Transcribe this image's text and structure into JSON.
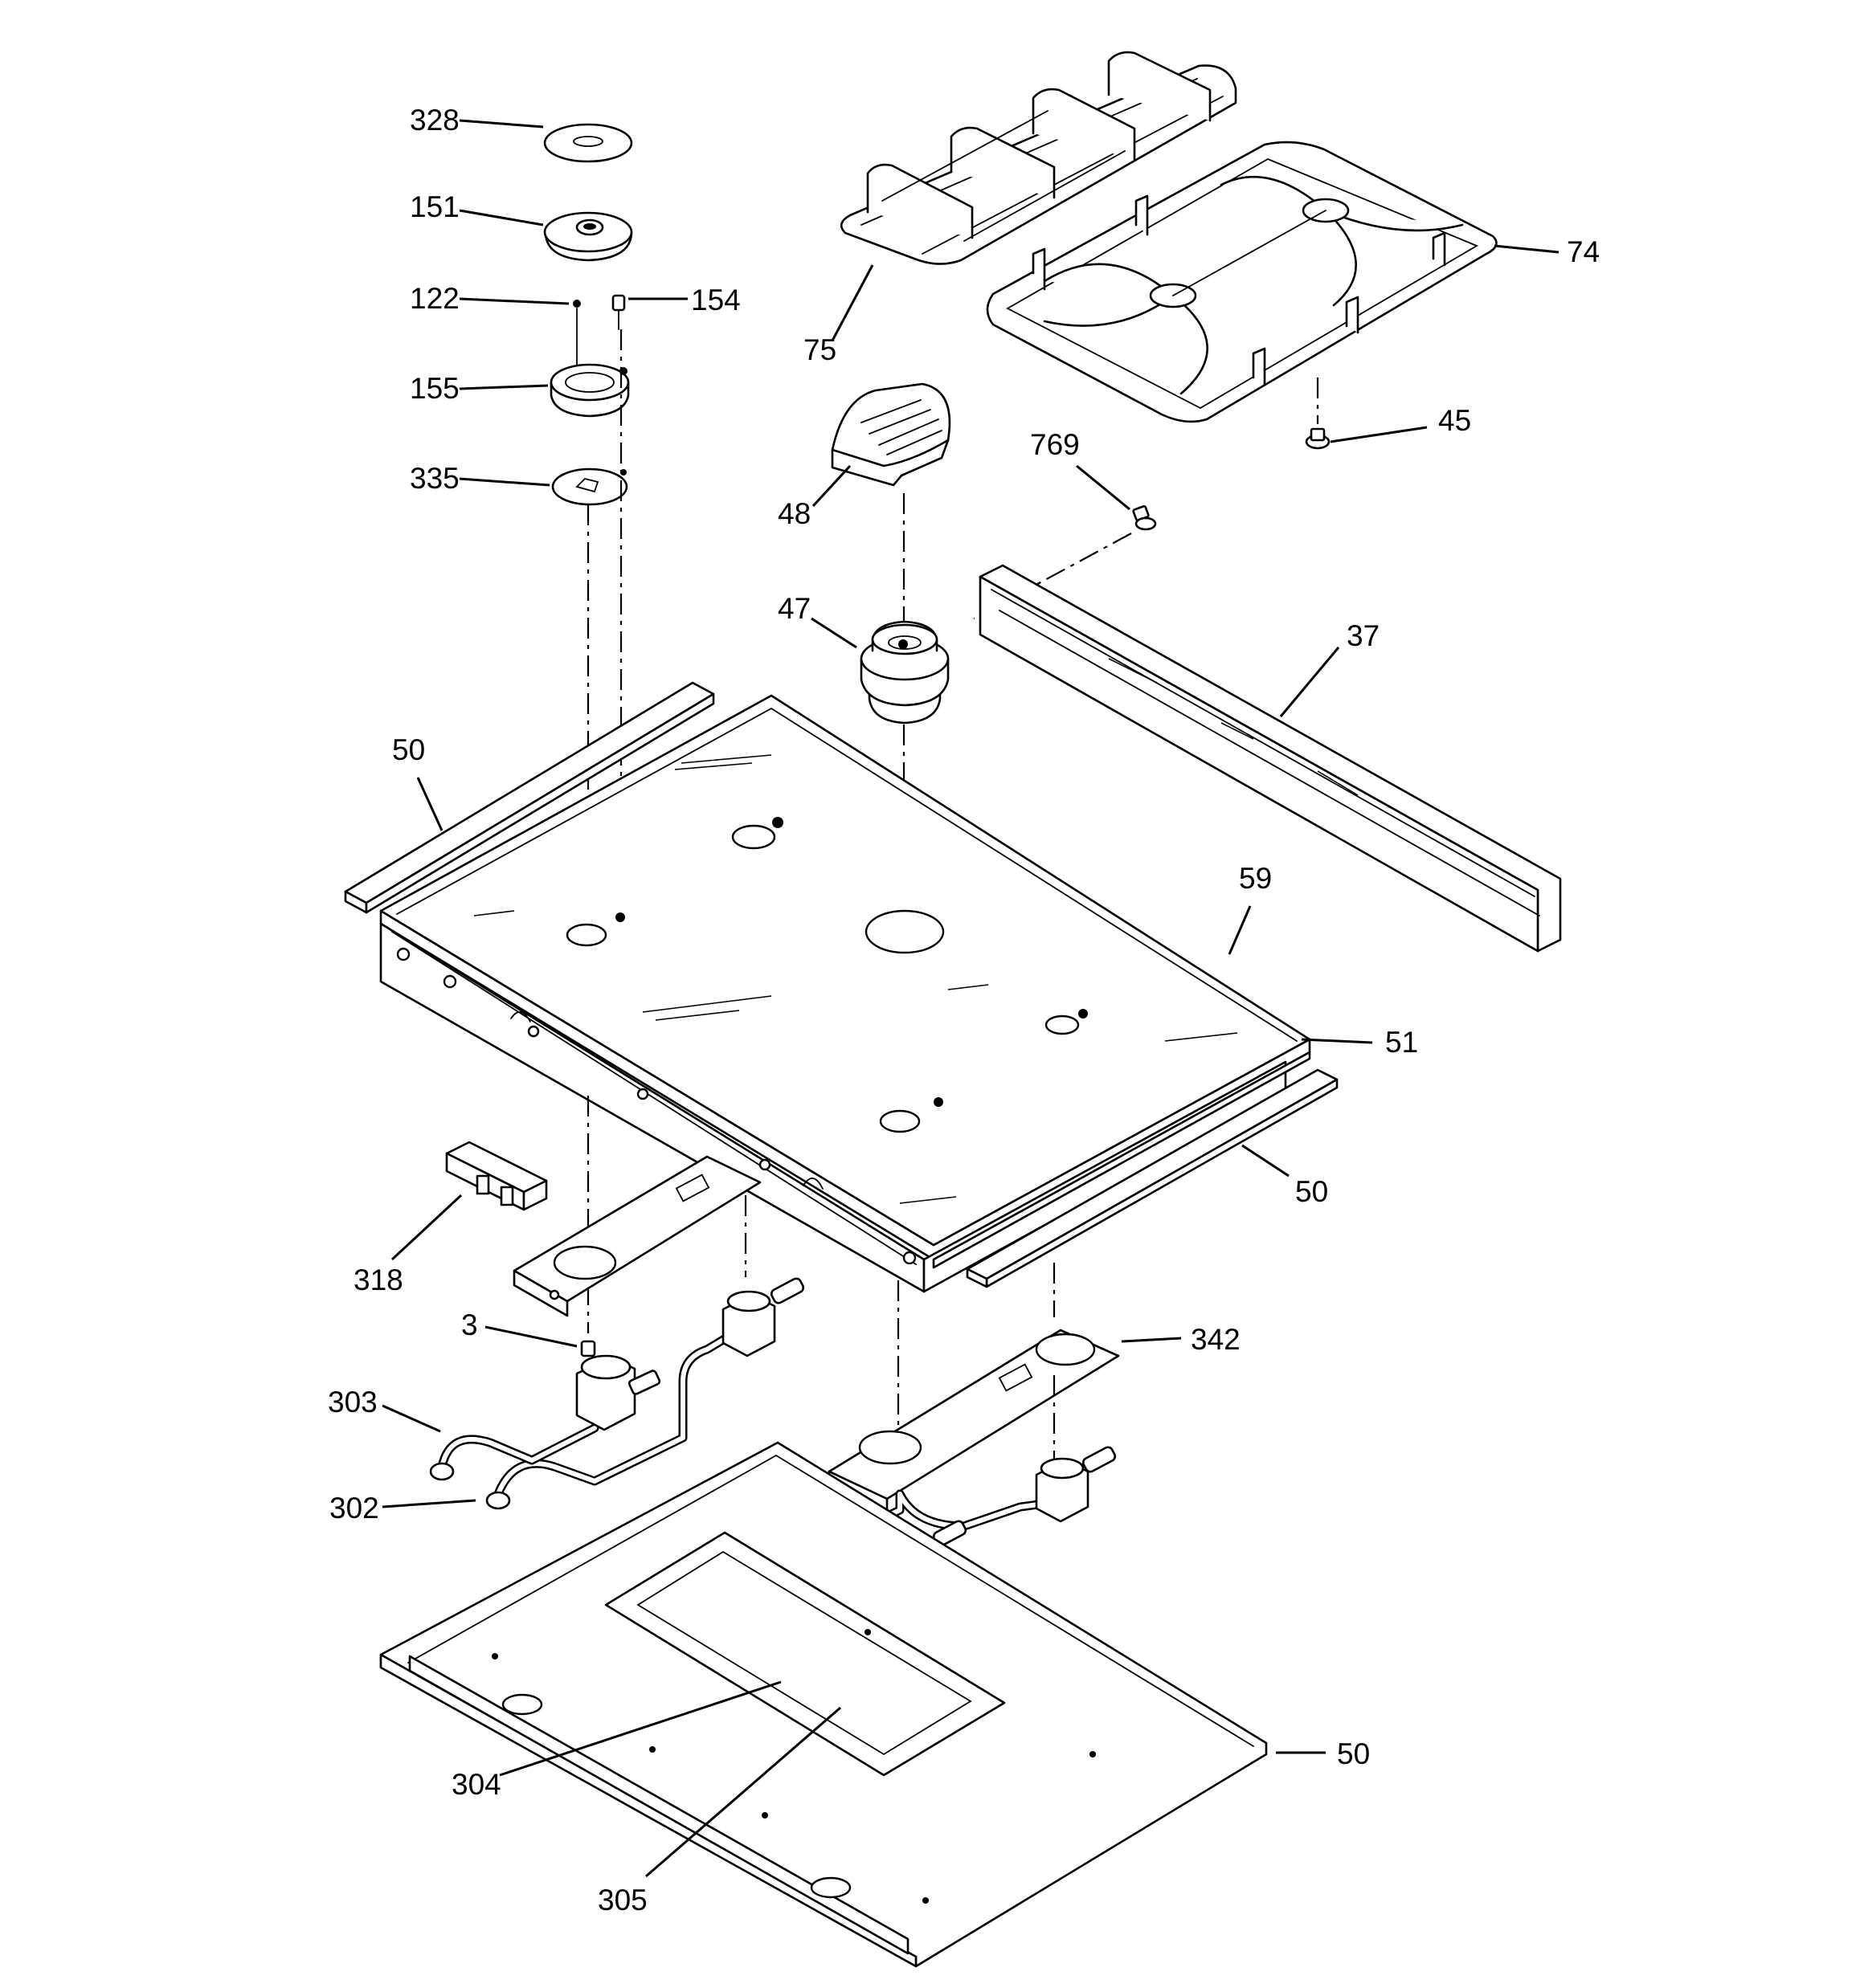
{
  "callouts": [
    {
      "id": "328",
      "text": "328"
    },
    {
      "id": "151",
      "text": "151"
    },
    {
      "id": "122",
      "text": "122"
    },
    {
      "id": "154",
      "text": "154"
    },
    {
      "id": "155",
      "text": "155"
    },
    {
      "id": "335",
      "text": "335"
    },
    {
      "id": "75",
      "text": "75"
    },
    {
      "id": "74",
      "text": "74"
    },
    {
      "id": "45",
      "text": "45"
    },
    {
      "id": "48",
      "text": "48"
    },
    {
      "id": "769",
      "text": "769"
    },
    {
      "id": "47",
      "text": "47"
    },
    {
      "id": "37",
      "text": "37"
    },
    {
      "id": "50a",
      "text": "50"
    },
    {
      "id": "59",
      "text": "59"
    },
    {
      "id": "51",
      "text": "51"
    },
    {
      "id": "50b",
      "text": "50"
    },
    {
      "id": "318",
      "text": "318"
    },
    {
      "id": "3",
      "text": "3"
    },
    {
      "id": "342",
      "text": "342"
    },
    {
      "id": "303",
      "text": "303"
    },
    {
      "id": "302",
      "text": "302"
    },
    {
      "id": "50c",
      "text": "50"
    },
    {
      "id": "304",
      "text": "304"
    },
    {
      "id": "305",
      "text": "305"
    }
  ]
}
